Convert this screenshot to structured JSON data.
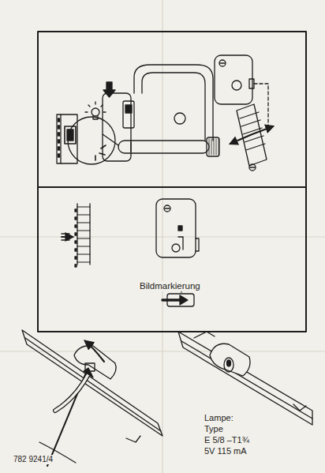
{
  "diagram": {
    "labels": [
      "Bildmarkierung",
      "Lampe:",
      "Type",
      "E 5/8 –T1¾",
      "5V  115 mA",
      "782 9241/4"
    ]
  }
}
